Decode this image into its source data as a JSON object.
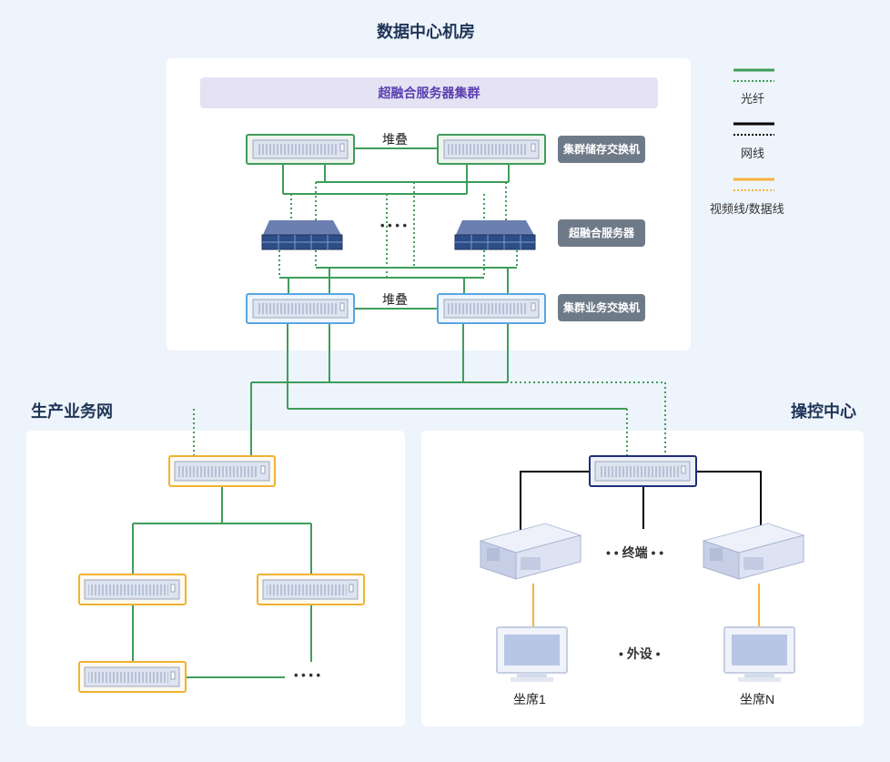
{
  "titles": {
    "datacenter": "数据中心机房",
    "production": "生产业务网",
    "control": "操控中心"
  },
  "cluster_banner": "超融合服务器集群",
  "tags": {
    "storage_switch": "集群储存交换机",
    "hci_server": "超融合服务器",
    "business_switch": "集群业务交换机"
  },
  "stack_label_top": "堆叠",
  "stack_label_bottom": "堆叠",
  "ellipsis": "• • • •",
  "terminal_label": "• •  终端  • •",
  "peripheral_label": "•  外设  •",
  "seats": {
    "seat1": "坐席1",
    "seatN": "坐席N"
  },
  "legend": [
    {
      "label": "光纤",
      "color": "#3f9d5b"
    },
    {
      "label": "网线",
      "color": "#000000"
    },
    {
      "label": "视频线/数据线",
      "color": "#f5b13d"
    }
  ],
  "colors": {
    "fiber": "#3f9d5b",
    "network": "#000000",
    "video": "#f5b13d",
    "switch_green": "#3f9d5b",
    "switch_blue": "#5aa6e0",
    "switch_orange": "#f0b232",
    "switch_navy": "#1f2d7a"
  }
}
